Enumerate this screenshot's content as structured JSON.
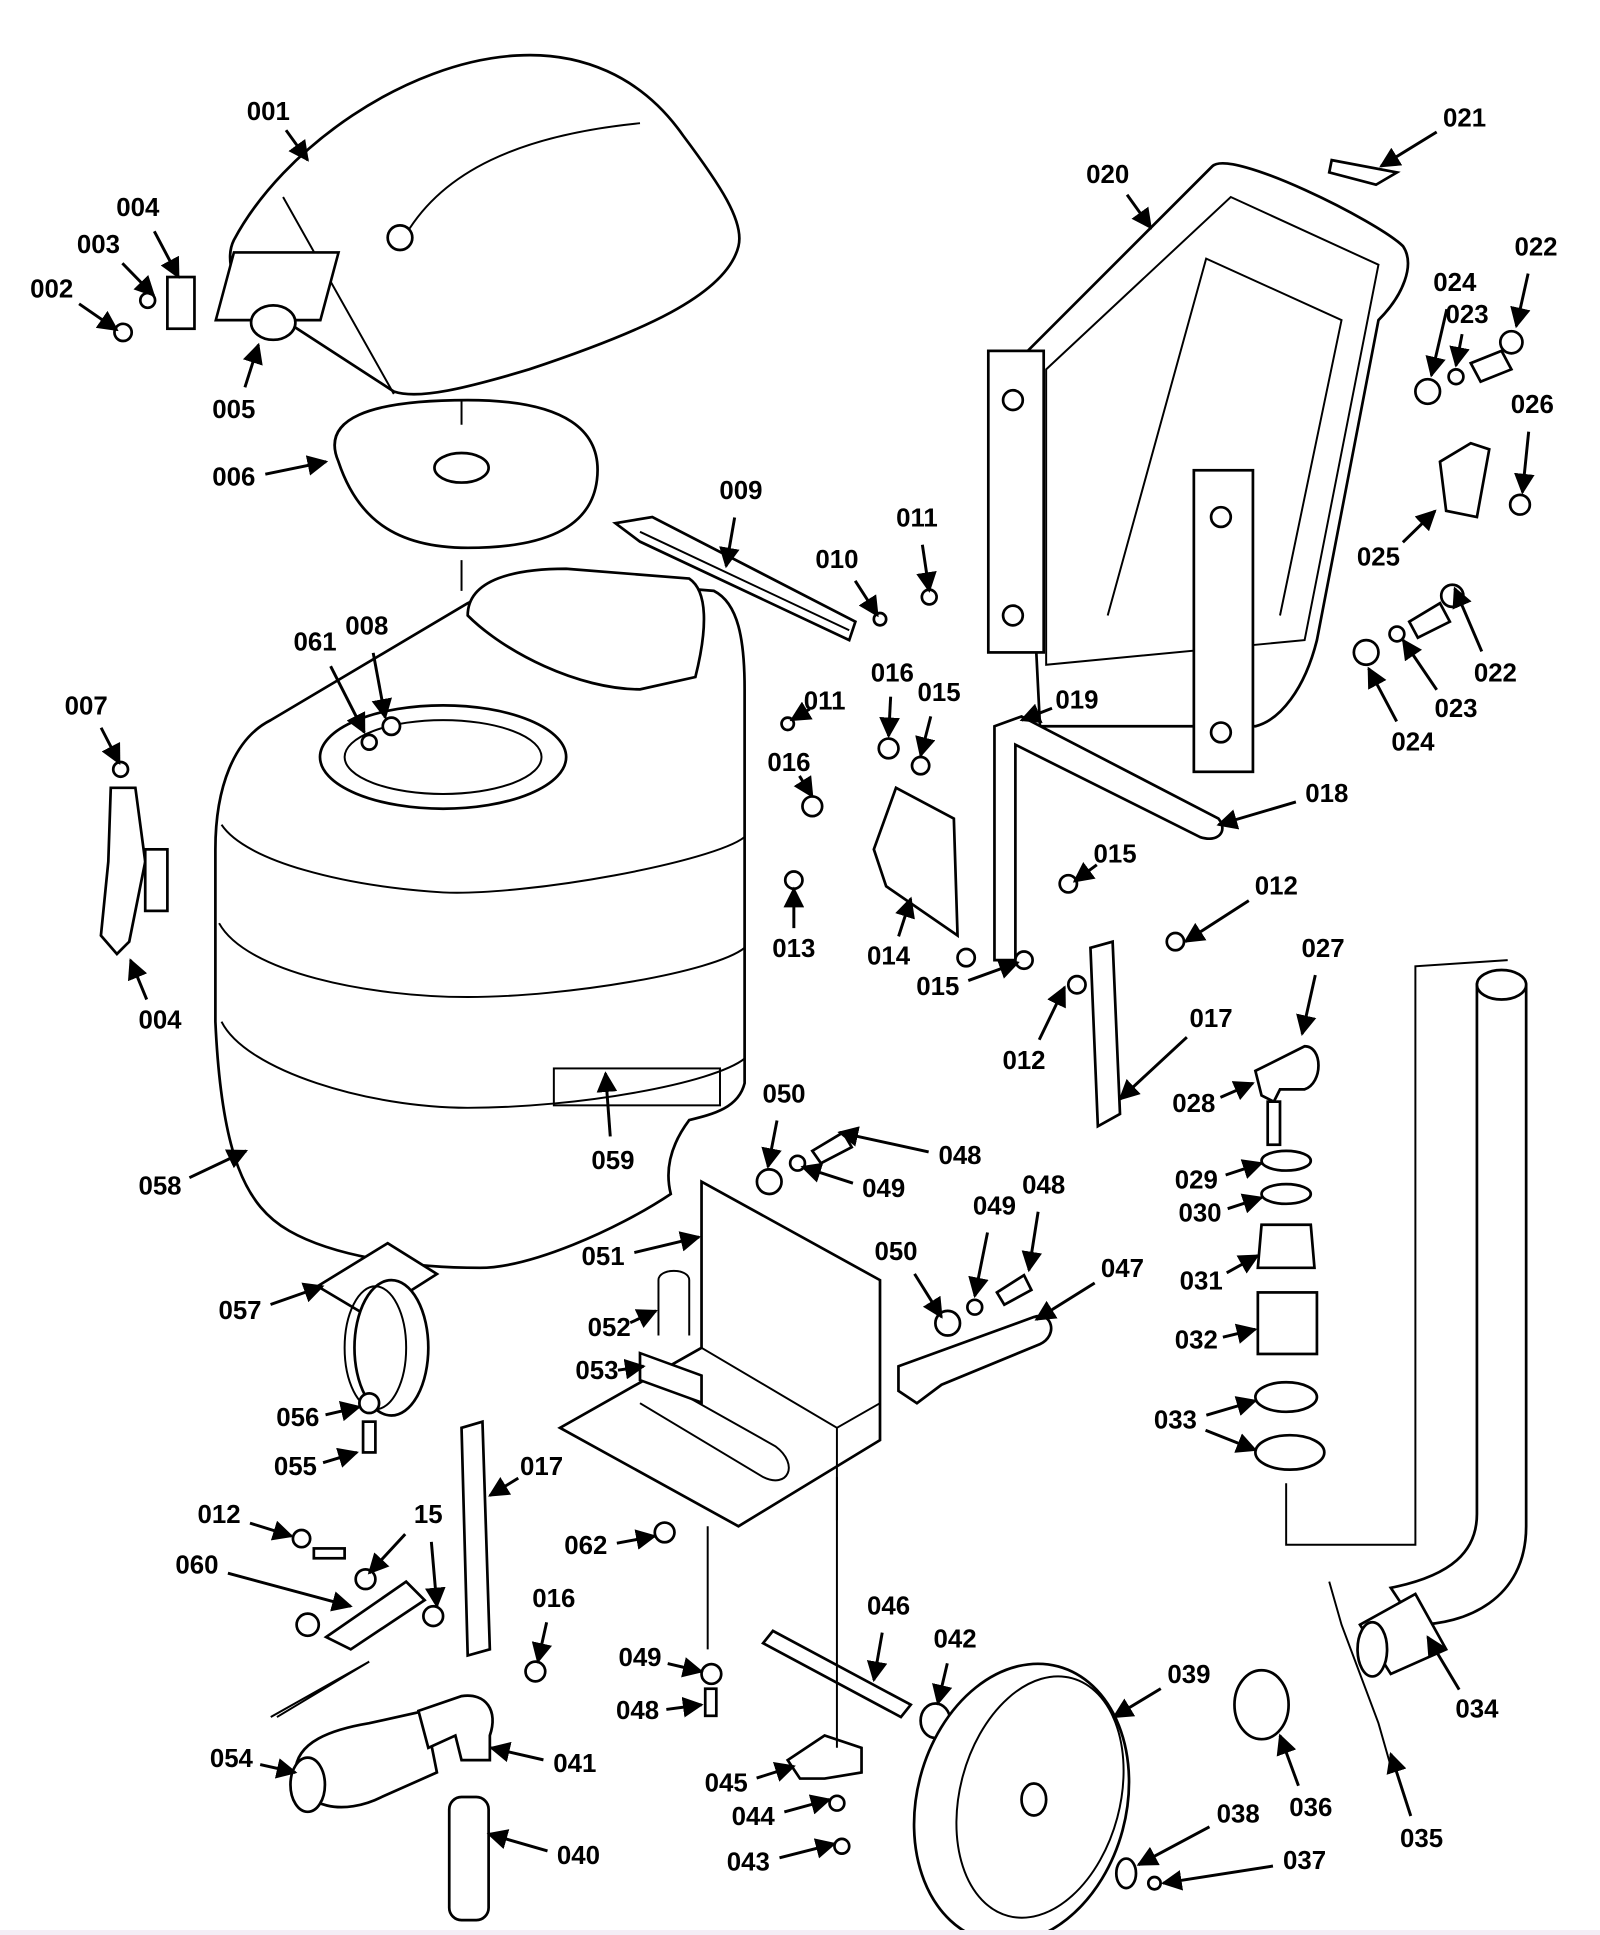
{
  "diagram": {
    "type": "exploded parts diagram",
    "callouts": [
      "001",
      "002",
      "003",
      "004",
      "005",
      "006",
      "009",
      "010",
      "011",
      "011",
      "016",
      "015",
      "016",
      "013",
      "014",
      "015",
      "015",
      "012",
      "012",
      "017",
      "018",
      "019",
      "020",
      "021",
      "022",
      "024",
      "023",
      "026",
      "025",
      "022",
      "023",
      "024",
      "027",
      "028",
      "029",
      "030",
      "031",
      "032",
      "033",
      "034",
      "035",
      "036",
      "037",
      "038",
      "039",
      "042",
      "046",
      "045",
      "044",
      "043",
      "040",
      "041",
      "054",
      "060",
      "012",
      "15",
      "017",
      "016",
      "062",
      "049",
      "048",
      "055",
      "056",
      "057",
      "058",
      "059",
      "051",
      "052",
      "053",
      "050",
      "049",
      "048",
      "050",
      "049",
      "048",
      "047",
      "061",
      "008",
      "007",
      "004"
    ]
  }
}
